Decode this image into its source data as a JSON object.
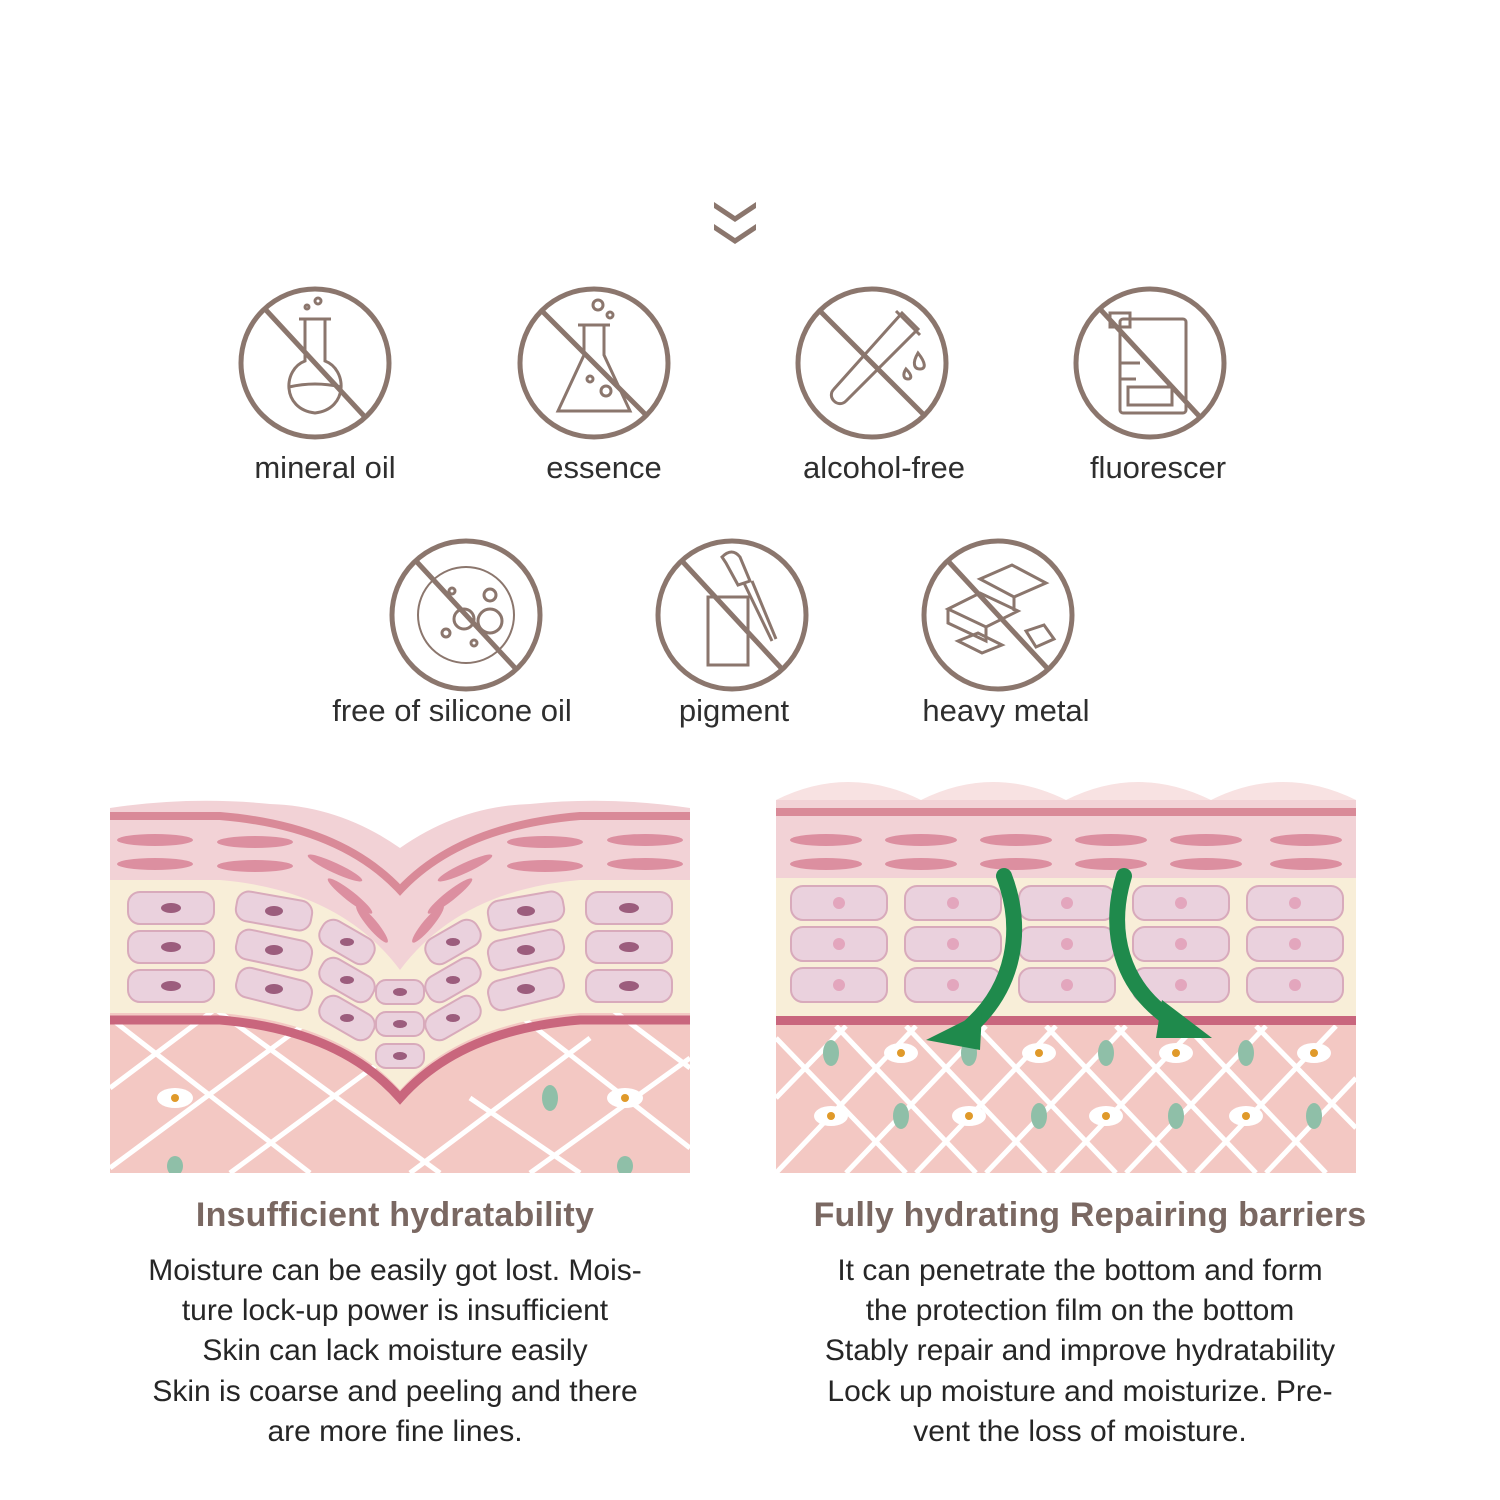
{
  "free_from": [
    {
      "label": "mineral oil",
      "icon": "flask-crossed-icon"
    },
    {
      "label": "essence",
      "icon": "beaker-crossed-icon"
    },
    {
      "label": "alcohol-free",
      "icon": "test-tube-crossed-icon"
    },
    {
      "label": "fluorescer",
      "icon": "container-crossed-icon"
    },
    {
      "label": "free of silicone oil",
      "icon": "bubbles-crossed-icon"
    },
    {
      "label": "pigment",
      "icon": "dropper-crossed-icon"
    },
    {
      "label": "heavy metal",
      "icon": "metal-bars-crossed-icon"
    }
  ],
  "comparison": {
    "left": {
      "title": "Insufficient hydratability",
      "lines": [
        "Moisture can be easily got lost. Mois-",
        "ture lock-up power is insufficient",
        "Skin can lack moisture easily",
        "Skin is coarse and peeling and there",
        "are more fine lines."
      ]
    },
    "right": {
      "title": "Fully hydrating Repairing barriers",
      "lines": [
        "It can penetrate the bottom and form",
        "the protection film on the bottom",
        "Stably repair and improve hydratability",
        "Lock up moisture and moisturize. Pre-",
        "vent the loss of moisture."
      ]
    }
  },
  "colors": {
    "icon_stroke": "#8b766d",
    "skin_top": "#f3c9cf",
    "skin_line": "#d98a98",
    "cream_layer": "#f8eed8",
    "dermis": "#f3c8c3",
    "arrow_green": "#1f8a4c"
  }
}
